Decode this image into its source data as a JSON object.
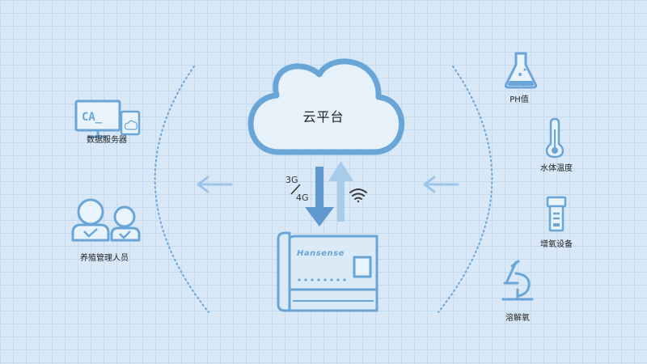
{
  "cloud": {
    "label": "云平台"
  },
  "network": {
    "g3": "3G",
    "g4": "4G",
    "divider": "/"
  },
  "gateway": {
    "brand": "Hansense"
  },
  "server_screen_text": "CA_",
  "left_nodes": {
    "data_server": "数据服务器",
    "farm_managers": "养殖管理人员"
  },
  "sensors": {
    "ph": "PH值",
    "water_temp": "水体温度",
    "aerator": "增氧设备",
    "dissolved_oxygen": "溶解氧"
  },
  "colors": {
    "background": "#d8e8f6",
    "grid": "#c4dbef",
    "accent": "#6aa5d8",
    "arrow_dark": "#5f99cd",
    "arrow_light": "#a8cbea"
  }
}
